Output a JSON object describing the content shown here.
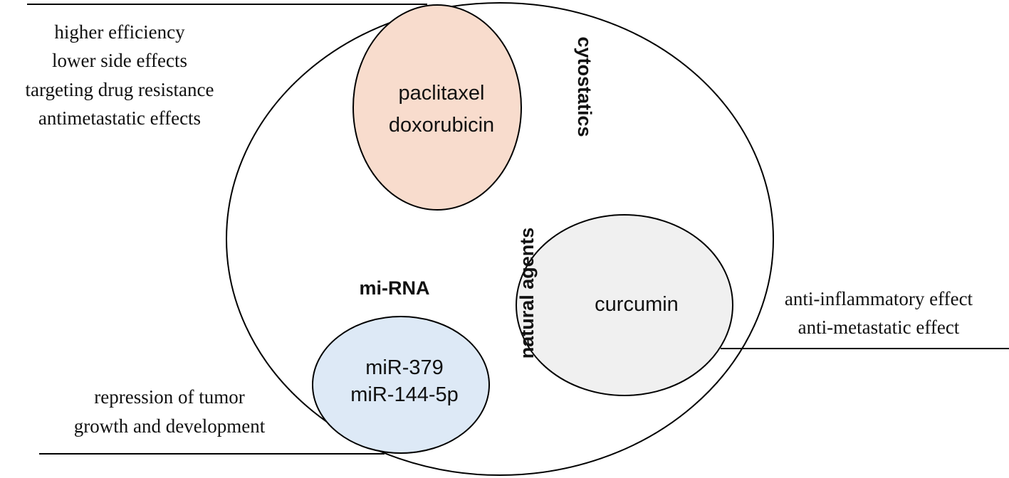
{
  "diagram": {
    "outer_group": {
      "benefits": [
        "higher efficiency",
        "lower side effects",
        "targeting drug resistance",
        "antimetastatic effects"
      ]
    },
    "cytostatics": {
      "label": "cytostatics",
      "items": [
        "paclitaxel",
        "doxorubicin"
      ],
      "fill": "#f8dccd"
    },
    "natural_agents": {
      "label": "natural agents",
      "items": [
        "curcumin"
      ],
      "fill": "#f0f0f0",
      "effects": [
        "anti-inflammatory effect",
        "anti-metastatic effect"
      ]
    },
    "mirna": {
      "label": "mi-RNA",
      "items": [
        "miR-379",
        "miR-144-5p"
      ],
      "fill": "#dde9f6",
      "effects": [
        "repression of tumor",
        "growth and development"
      ]
    }
  }
}
